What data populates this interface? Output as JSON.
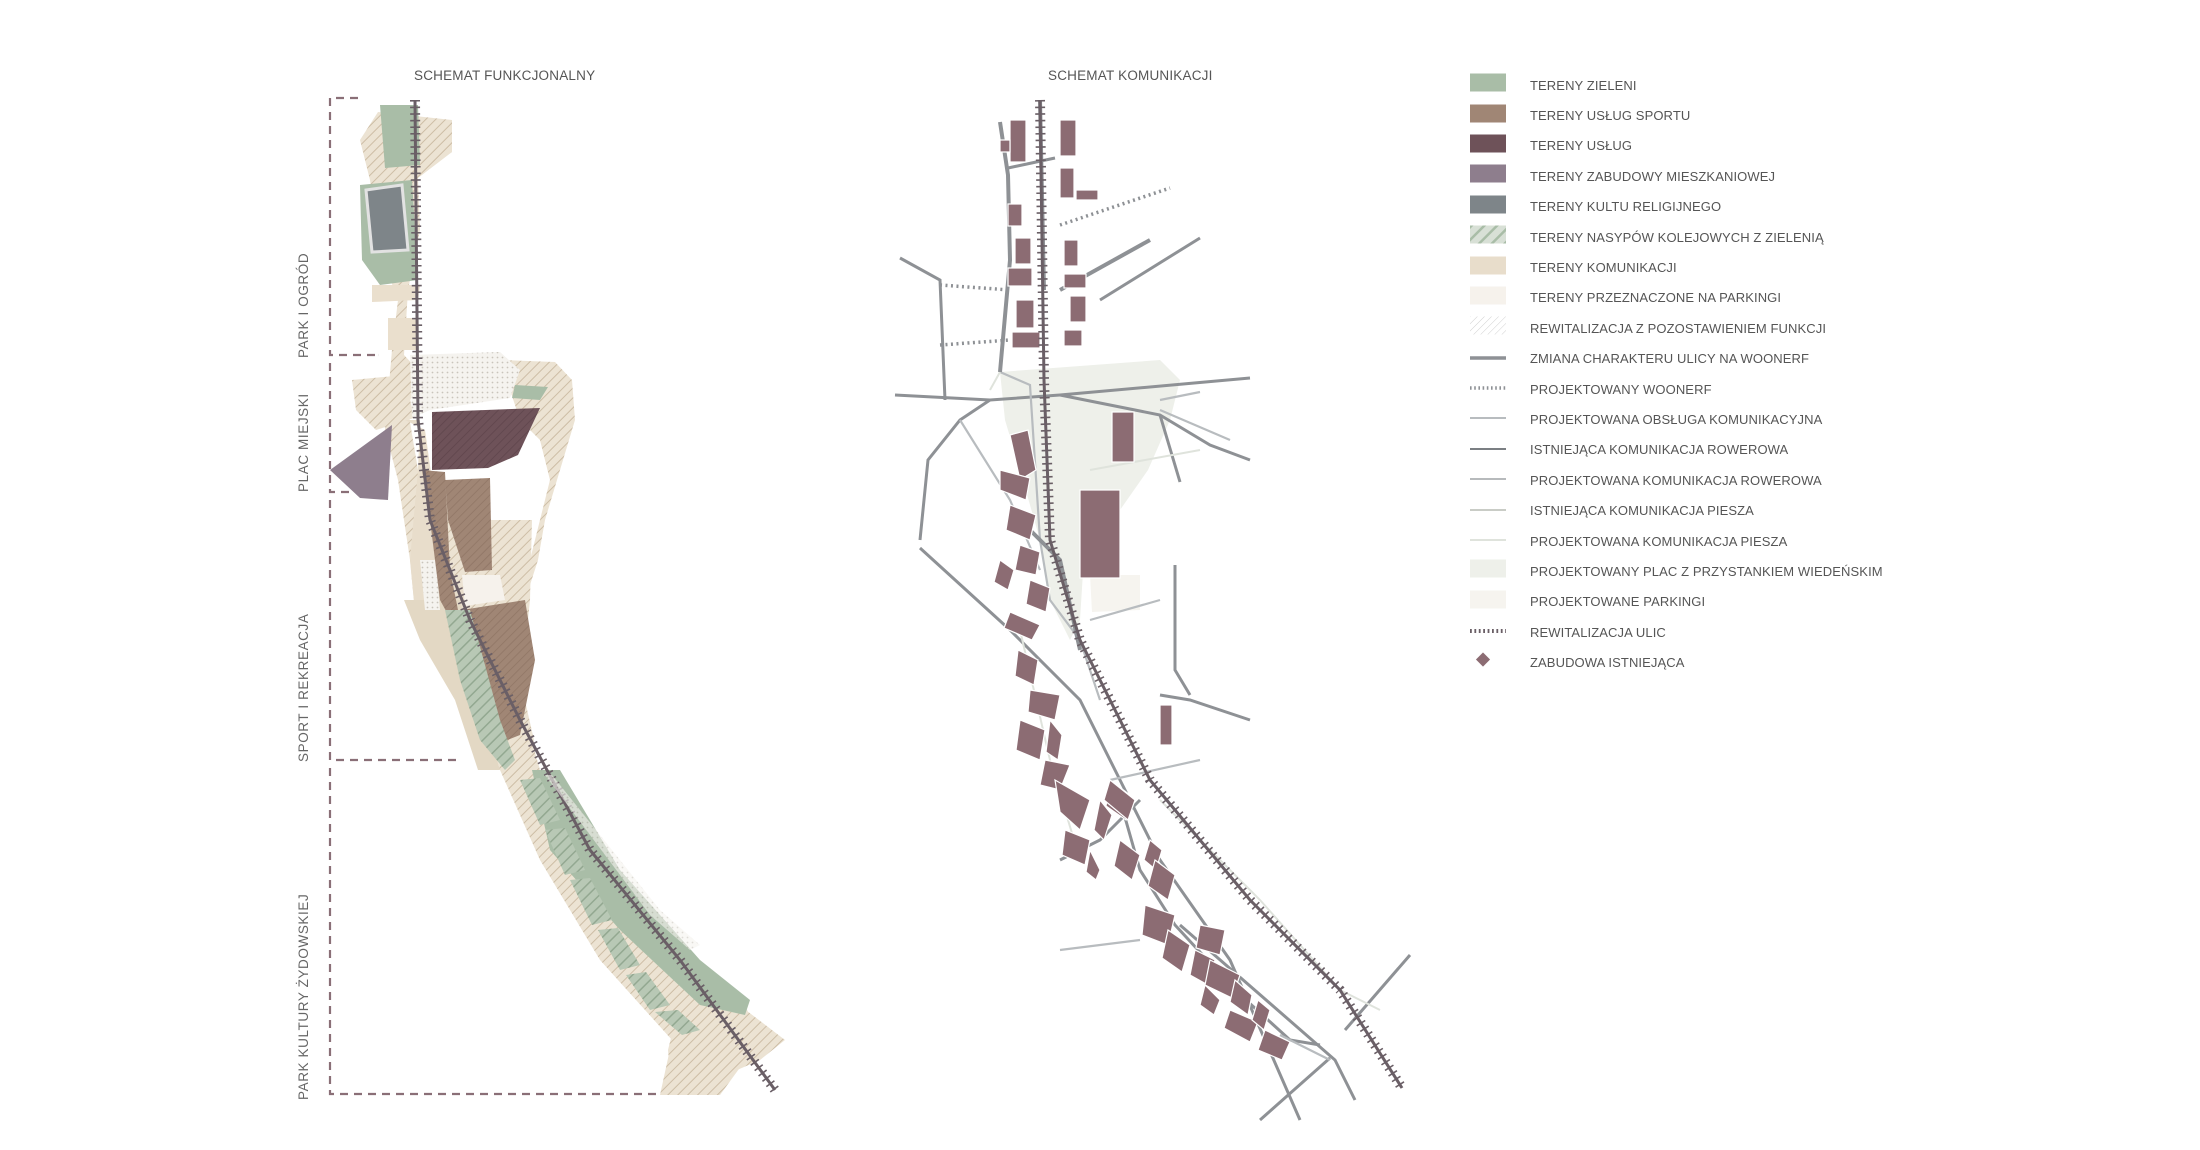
{
  "titles": {
    "functional": "SCHEMAT FUNKCJONALNY",
    "communication": "SCHEMAT KOMUNIKACJI"
  },
  "zones": [
    {
      "label": "PARK I OGRÓD"
    },
    {
      "label": "PLAC MIEJSKI"
    },
    {
      "label": "SPORT I REKREACJA"
    },
    {
      "label": "PARK KULTURY ŻYDOWSKIEJ"
    }
  ],
  "colors": {
    "green": "#a9bda7",
    "sport": "#a08675",
    "services": "#6e5259",
    "residential": "#8e7e8d",
    "religious": "#7e8589",
    "communication": "#e8ddcb",
    "parking": "#f4efe6",
    "building": "#8c6c73",
    "road": "#8e9195",
    "rail": "#6a5f66"
  },
  "legend": [
    {
      "label": "TERENY ZIELENI",
      "symbol": "box",
      "color": "#a9bda7",
      "pattern": "none"
    },
    {
      "label": "TERENY USŁUG SPORTU",
      "symbol": "box",
      "color": "#a08675",
      "pattern": "none"
    },
    {
      "label": "TERENY USŁUG",
      "symbol": "box",
      "color": "#6e5259",
      "pattern": "none"
    },
    {
      "label": "TERENY ZABUDOWY MIESZKANIOWEJ",
      "symbol": "box",
      "color": "#8e7e8d",
      "pattern": "none"
    },
    {
      "label": "TERENY KULTU RELIGIJNEGO",
      "symbol": "box",
      "color": "#7e8589",
      "pattern": "none"
    },
    {
      "label": "TERENY NASYPÓW KOLEJOWYCH Z ZIELENIĄ",
      "symbol": "box",
      "color": "#a9bda7",
      "pattern": "stripes"
    },
    {
      "label": "TERENY KOMUNIKACJI",
      "symbol": "box",
      "color": "#e8ddcb",
      "pattern": "none"
    },
    {
      "label": "TERENY PRZEZNACZONE NA PARKINGI",
      "symbol": "box",
      "color": "#f6f2ec",
      "pattern": "none"
    },
    {
      "label": "REWITALIZACJA Z POZOSTAWIENIEM FUNKCJI",
      "symbol": "box",
      "color": "#ffffff",
      "pattern": "hatch"
    },
    {
      "label": "ZMIANA CHARAKTERU ULICY NA WOONERF",
      "symbol": "line",
      "color": "#8e9195",
      "pattern": "solid-thick"
    },
    {
      "label": "PROJEKTOWANY WOONERF",
      "symbol": "line",
      "color": "#8e9195",
      "pattern": "dotted"
    },
    {
      "label": "PROJEKTOWANA OBSŁUGA KOMUNIKACYJNA",
      "symbol": "line",
      "color": "#b8bcbf",
      "pattern": "solid"
    },
    {
      "label": "ISTNIEJĄCA KOMUNIKACJA ROWEROWA",
      "symbol": "line",
      "color": "#7b7f83",
      "pattern": "solid"
    },
    {
      "label": "PROJEKTOWANA KOMUNIKACJA ROWEROWA",
      "symbol": "line",
      "color": "#9fa3a6",
      "pattern": "solid-thin"
    },
    {
      "label": "ISTNIEJĄCA KOMUNIKACJA PIESZA",
      "symbol": "line",
      "color": "#c9ccc6",
      "pattern": "solid"
    },
    {
      "label": "PROJEKTOWANA KOMUNIKACJA PIESZA",
      "symbol": "line",
      "color": "#dfe3dc",
      "pattern": "solid"
    },
    {
      "label": "PROJEKTOWANY PLAC Z PRZYSTANKIEM WIEDEŃSKIM",
      "symbol": "box",
      "color": "#eef0ea",
      "pattern": "none"
    },
    {
      "label": "PROJEKTOWANE PARKINGI",
      "symbol": "box",
      "color": "#f6f4ef",
      "pattern": "none"
    },
    {
      "label": "REWITALIZACJA ULIC",
      "symbol": "line",
      "color": "#6a5f66",
      "pattern": "dotted-thick"
    },
    {
      "label": "ZABUDOWA ISTNIEJĄCA",
      "symbol": "diamond",
      "color": "#8c6c73",
      "pattern": "none"
    }
  ]
}
